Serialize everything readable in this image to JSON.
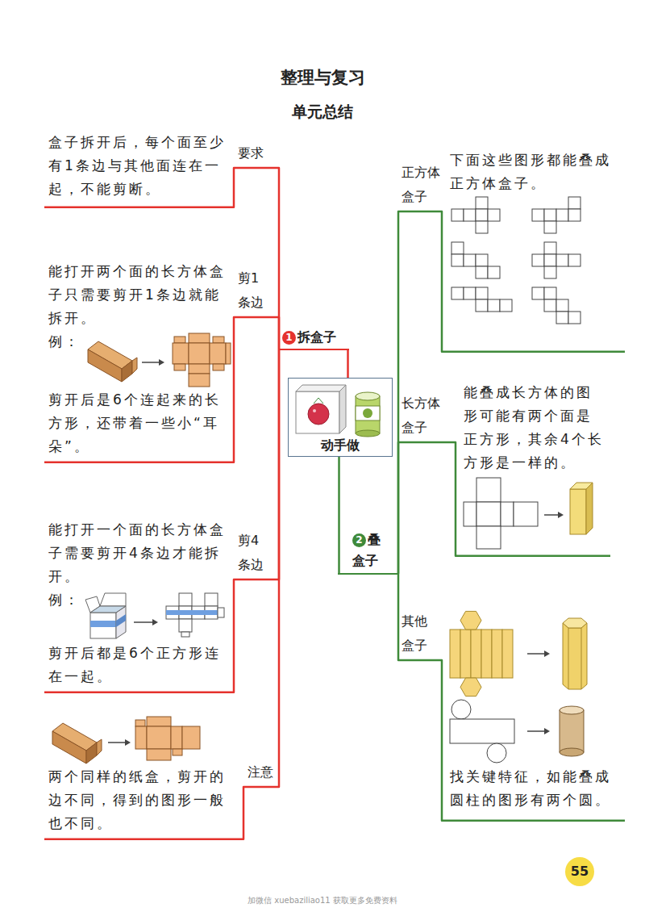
{
  "diagram": {
    "title": "整理与复习",
    "nodes": [
      {
        "text": [
          "动手做"
        ]
      },
      {
        "text": [
          "1",
          "拆盒子"
        ]
      },
      {
        "text": [
          "要求",
          "盒子拆开后，每个面至少有1条边与其他面连在一起，不能剪断。"
        ]
      },
      {
        "text": [
          "剪1条边",
          "能打开两个面的长方体盒子只需要剪开1条边就能拆开。",
          "例：",
          "剪开后是6个连起来的长方形，还带着一些小“耳朵”。"
        ]
      },
      {
        "text": [
          "剪4条边",
          "能打开一个面的长方体盒子需要剪开4条边才能拆开。",
          "例：",
          "剪开后都是6个正方形连在一起。"
        ]
      },
      {
        "text": [
          "注意",
          "两个同样的纸盒，剪开的边不同，得到的图形一般也不同。"
        ]
      },
      {
        "text": [
          "2",
          "叠盒子"
        ]
      },
      {
        "text": [
          "正方体盒子",
          "下面这些图形都能叠成正方体盒子。"
        ]
      },
      {
        "text": [
          "长方体盒子",
          "能叠成长方体的图形可能有两个面是正方形，其余4个长方形是一样的。"
        ]
      },
      {
        "text": [
          "其他盒子",
          "找关键特征，如能叠成圆柱的图形有两个圆。"
        ]
      }
    ],
    "edges": [
      {
        "from": 0,
        "to": 1,
        "arrow": "none"
      },
      {
        "from": 1,
        "to": 2,
        "arrow": "none"
      },
      {
        "from": 1,
        "to": 3,
        "arrow": "none"
      },
      {
        "from": 1,
        "to": 4,
        "arrow": "none"
      },
      {
        "from": 1,
        "to": 5,
        "arrow": "none"
      },
      {
        "from": 0,
        "to": 6,
        "arrow": "none"
      },
      {
        "from": 6,
        "to": 7,
        "arrow": "none"
      },
      {
        "from": 6,
        "to": 8,
        "arrow": "none"
      },
      {
        "from": 6,
        "to": 9,
        "arrow": "none"
      }
    ],
    "labels": [
      "单元总结",
      "55",
      "加微信 xuebaziliao11 获取更多免费资料"
    ]
  }
}
